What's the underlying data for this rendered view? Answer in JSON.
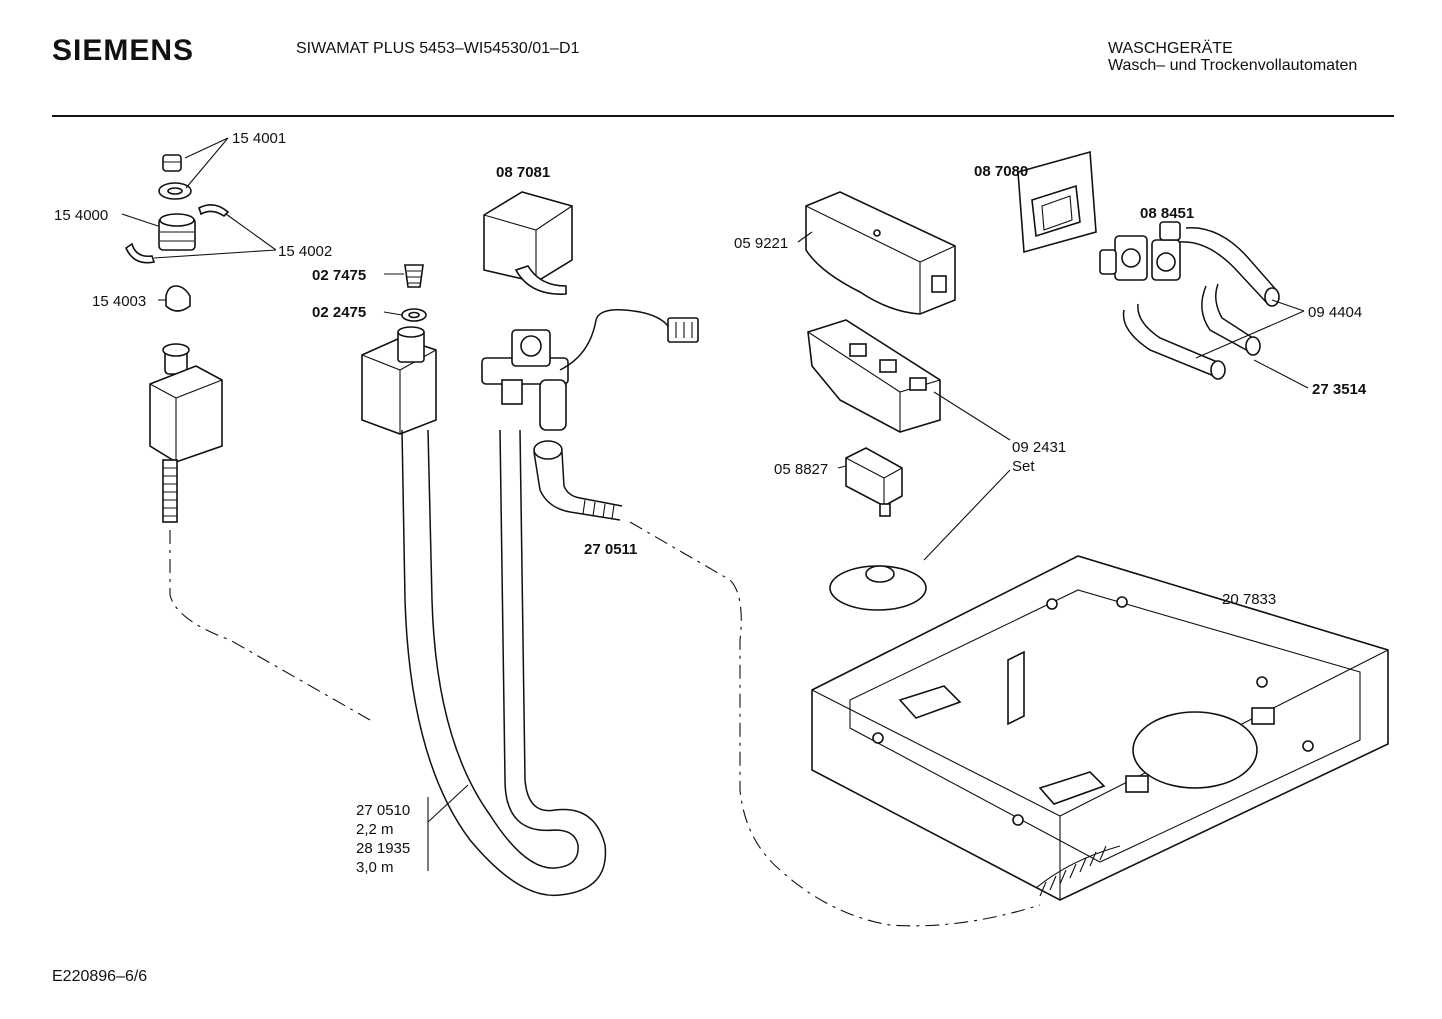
{
  "header": {
    "brand": "SIEMENS",
    "model": "SIWAMAT PLUS 5453–WI54530/01–D1",
    "category_line1": "WASCHGERÄTE",
    "category_line2": "Wasch– und Trockenvollautomaten"
  },
  "parts": {
    "p154001": "15 4001",
    "p154000": "15 4000",
    "p154002": "15 4002",
    "p154003": "15 4003",
    "p027475": "02 7475",
    "p022475": "02 2475",
    "p087081": "08 7081",
    "p270511": "27 0511",
    "p059221": "05 9221",
    "p087080": "08 7080",
    "p088451": "08 8451",
    "p094404": "09 4404",
    "p273514": "27 3514",
    "p092431": "09 2431",
    "set_label": "Set",
    "p058827": "05 8827",
    "p207833": "20 7833",
    "hose_line1": "27 0510",
    "hose_line2": "2,2 m",
    "hose_line3": "28 1935",
    "hose_line4": "3,0 m"
  },
  "footer": {
    "code": "E220896–6/6"
  }
}
